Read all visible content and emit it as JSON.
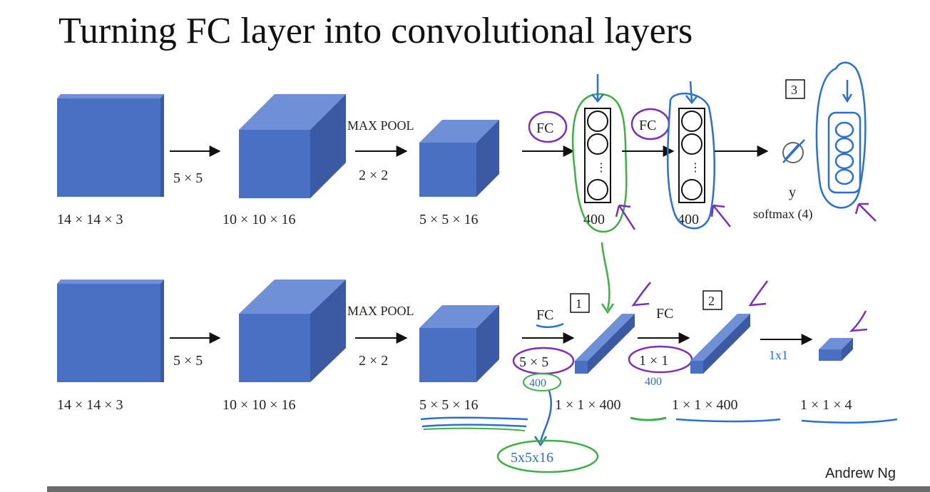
{
  "title": "Turning FC layer into convolutional layers",
  "author": "Andrew Ng",
  "colors": {
    "block_front": "#4a70c4",
    "block_top": "#6f8fd6",
    "block_side": "#3b5aa3",
    "ink_green": "#3cb043",
    "ink_purple": "#7b2fbe",
    "ink_blue": "#2a6fd6"
  },
  "row1": {
    "input_dims": "14 × 14 × 3",
    "conv_filter": "5 × 5",
    "conv_dims": "10 × 10 × 16",
    "pool_label": "MAX POOL",
    "pool_size": "2 × 2",
    "pool_dims": "5 × 5 × 16",
    "fc1_label": "FC",
    "fc1_units": "400",
    "fc2_label": "FC",
    "fc2_units": "400",
    "step_number": "3",
    "output_y": "y",
    "output_label": "softmax (4)"
  },
  "row2": {
    "input_dims": "14 × 14 × 3",
    "conv_filter": "5 × 5",
    "conv_dims": "10 × 10 × 16",
    "pool_label": "MAX POOL",
    "pool_size": "2 × 2",
    "pool_dims": "5 × 5 × 16",
    "fc1_label": "FC",
    "fc1_step": "1",
    "fc1_filter": "5 × 5",
    "fc1_note": "400",
    "fc1_dims": "1 × 1 × 400",
    "fc2_label": "FC",
    "fc2_step": "2",
    "fc2_filter": "1 × 1",
    "fc2_note": "400",
    "fc2_dims": "1 × 1 × 400",
    "fc3_filter": "1x1",
    "out_dims": "1 × 1 × 4",
    "filter_shape_note": "5x5x16"
  }
}
